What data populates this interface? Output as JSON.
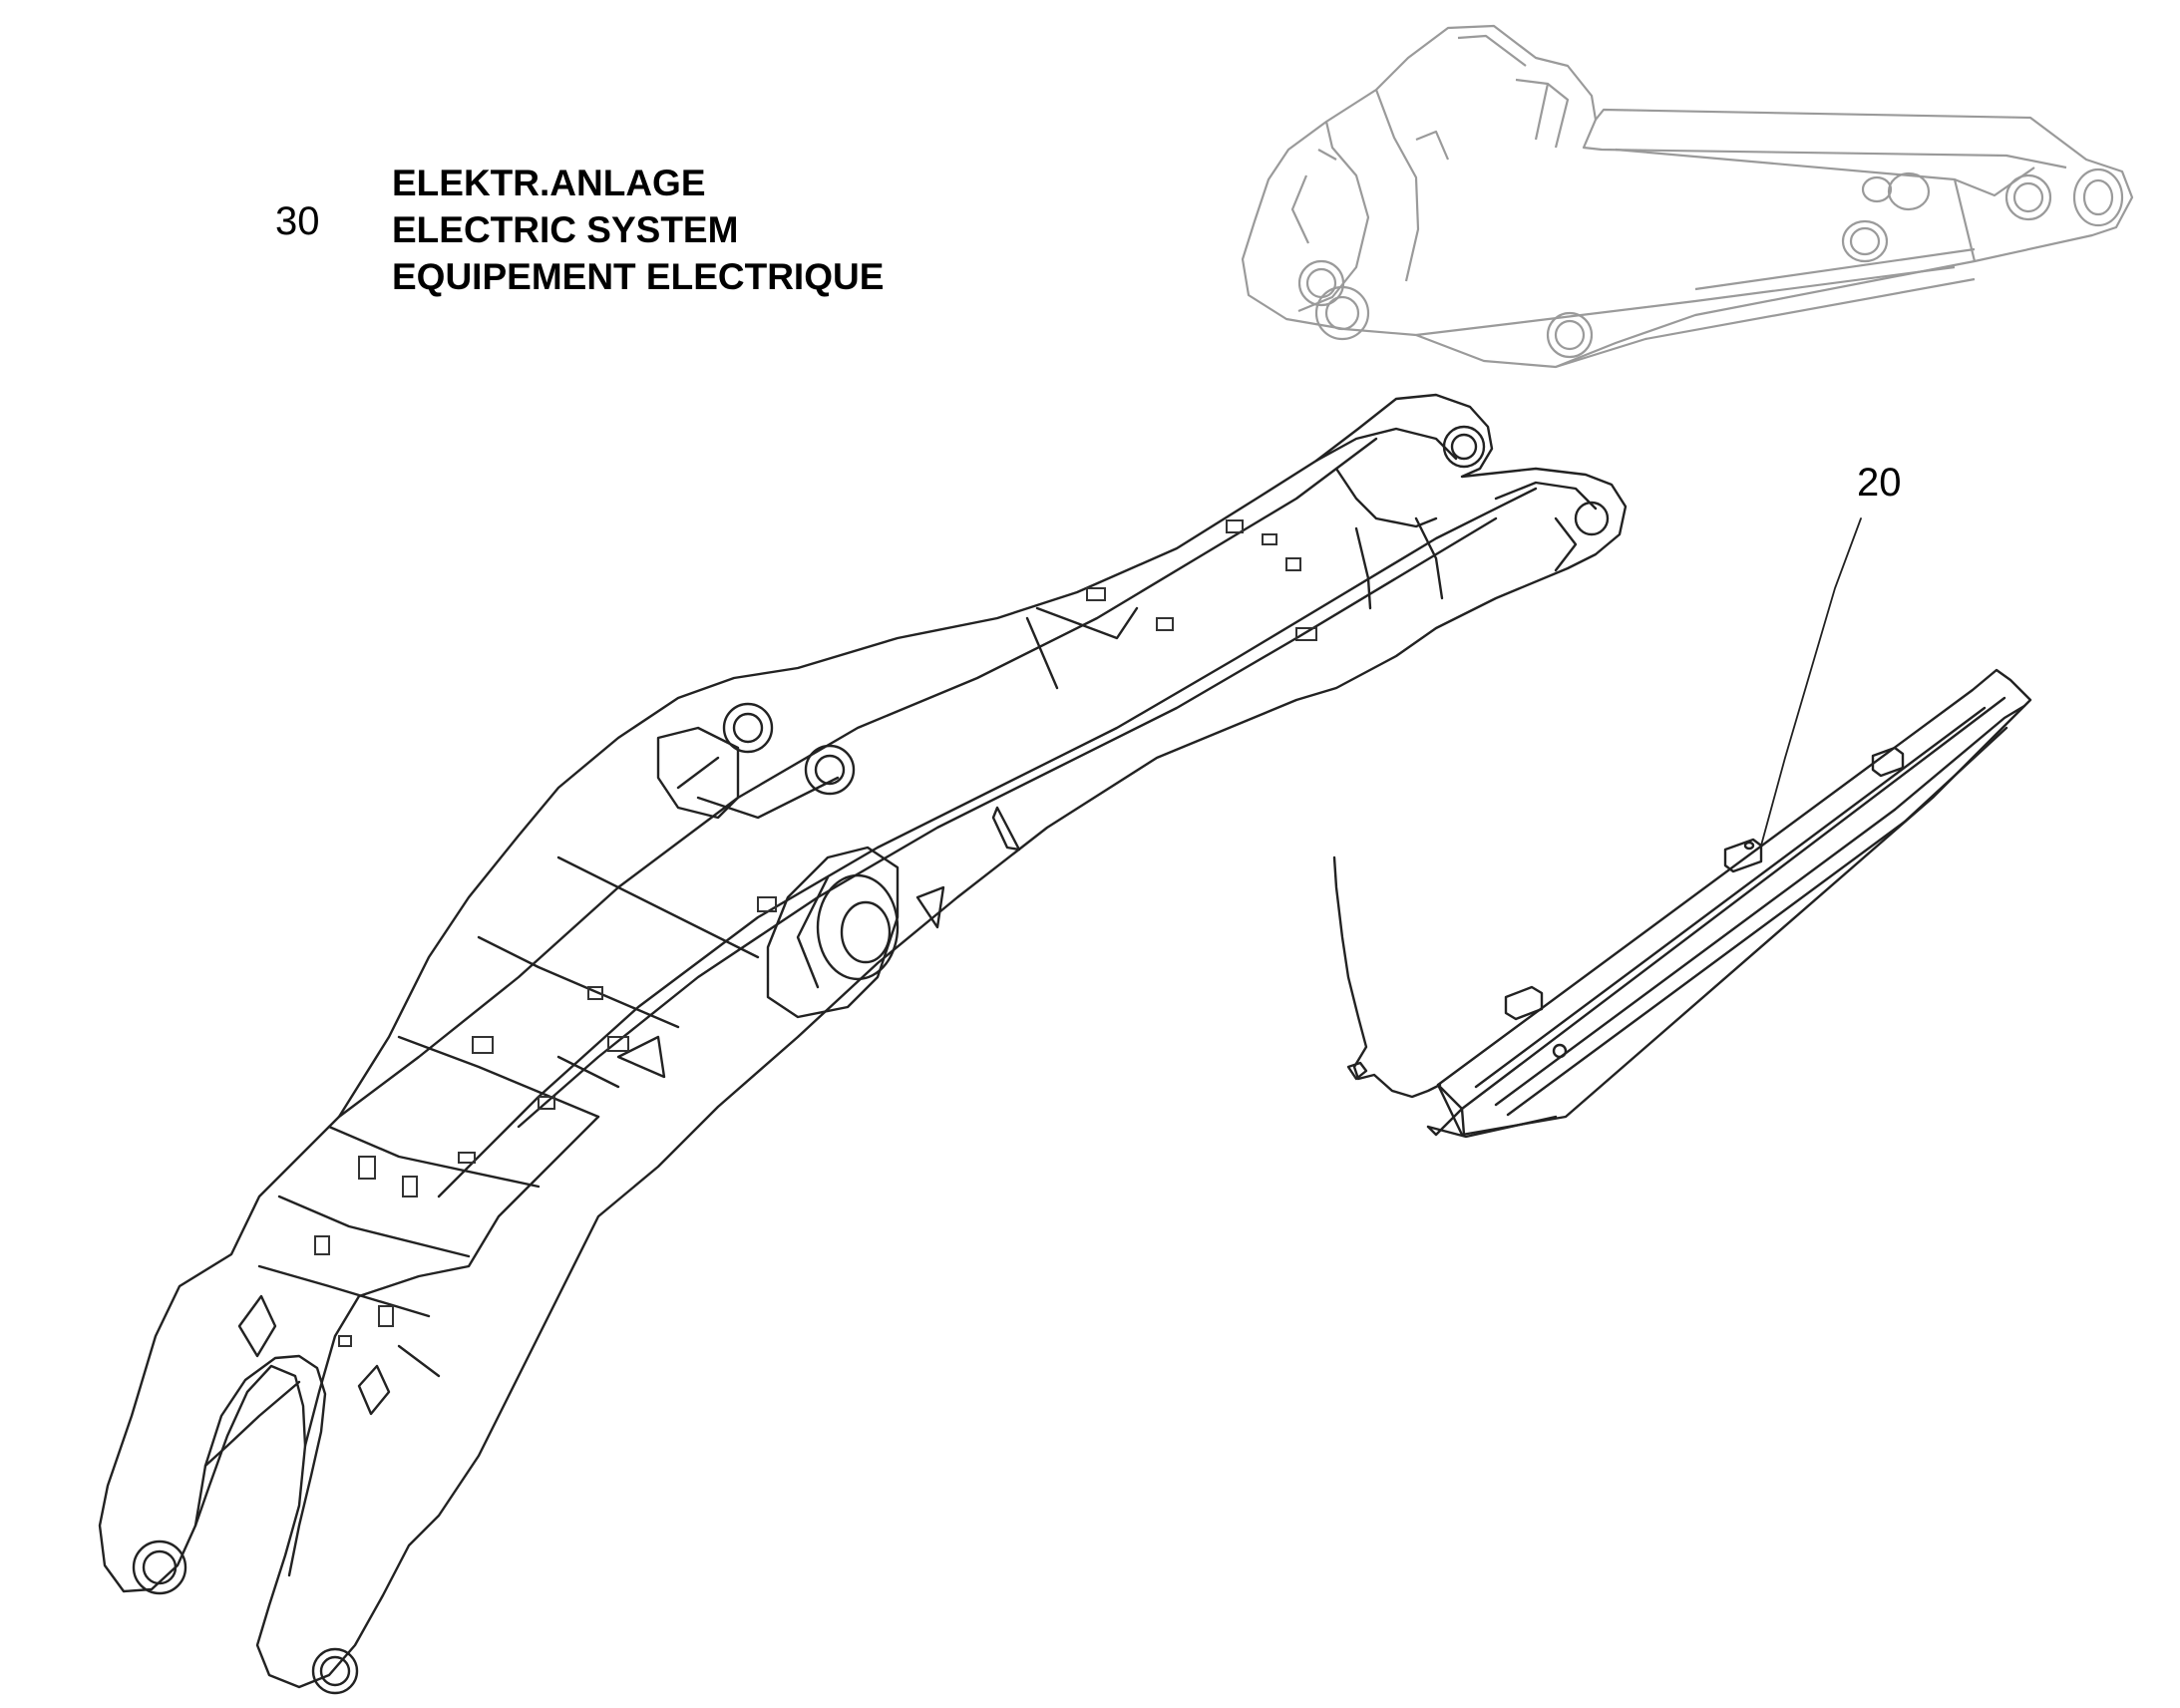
{
  "header": {
    "group_number": "30",
    "title_lines": [
      "ELEKTR.ANLAGE",
      "ELECTRIC SYSTEM",
      "EQUIPEMENT ELECTRIQUE"
    ]
  },
  "callouts": [
    {
      "label": "20"
    }
  ],
  "colors": {
    "background": "#ffffff",
    "line_main": "#222222",
    "line_faded": "#9a9a9a"
  }
}
